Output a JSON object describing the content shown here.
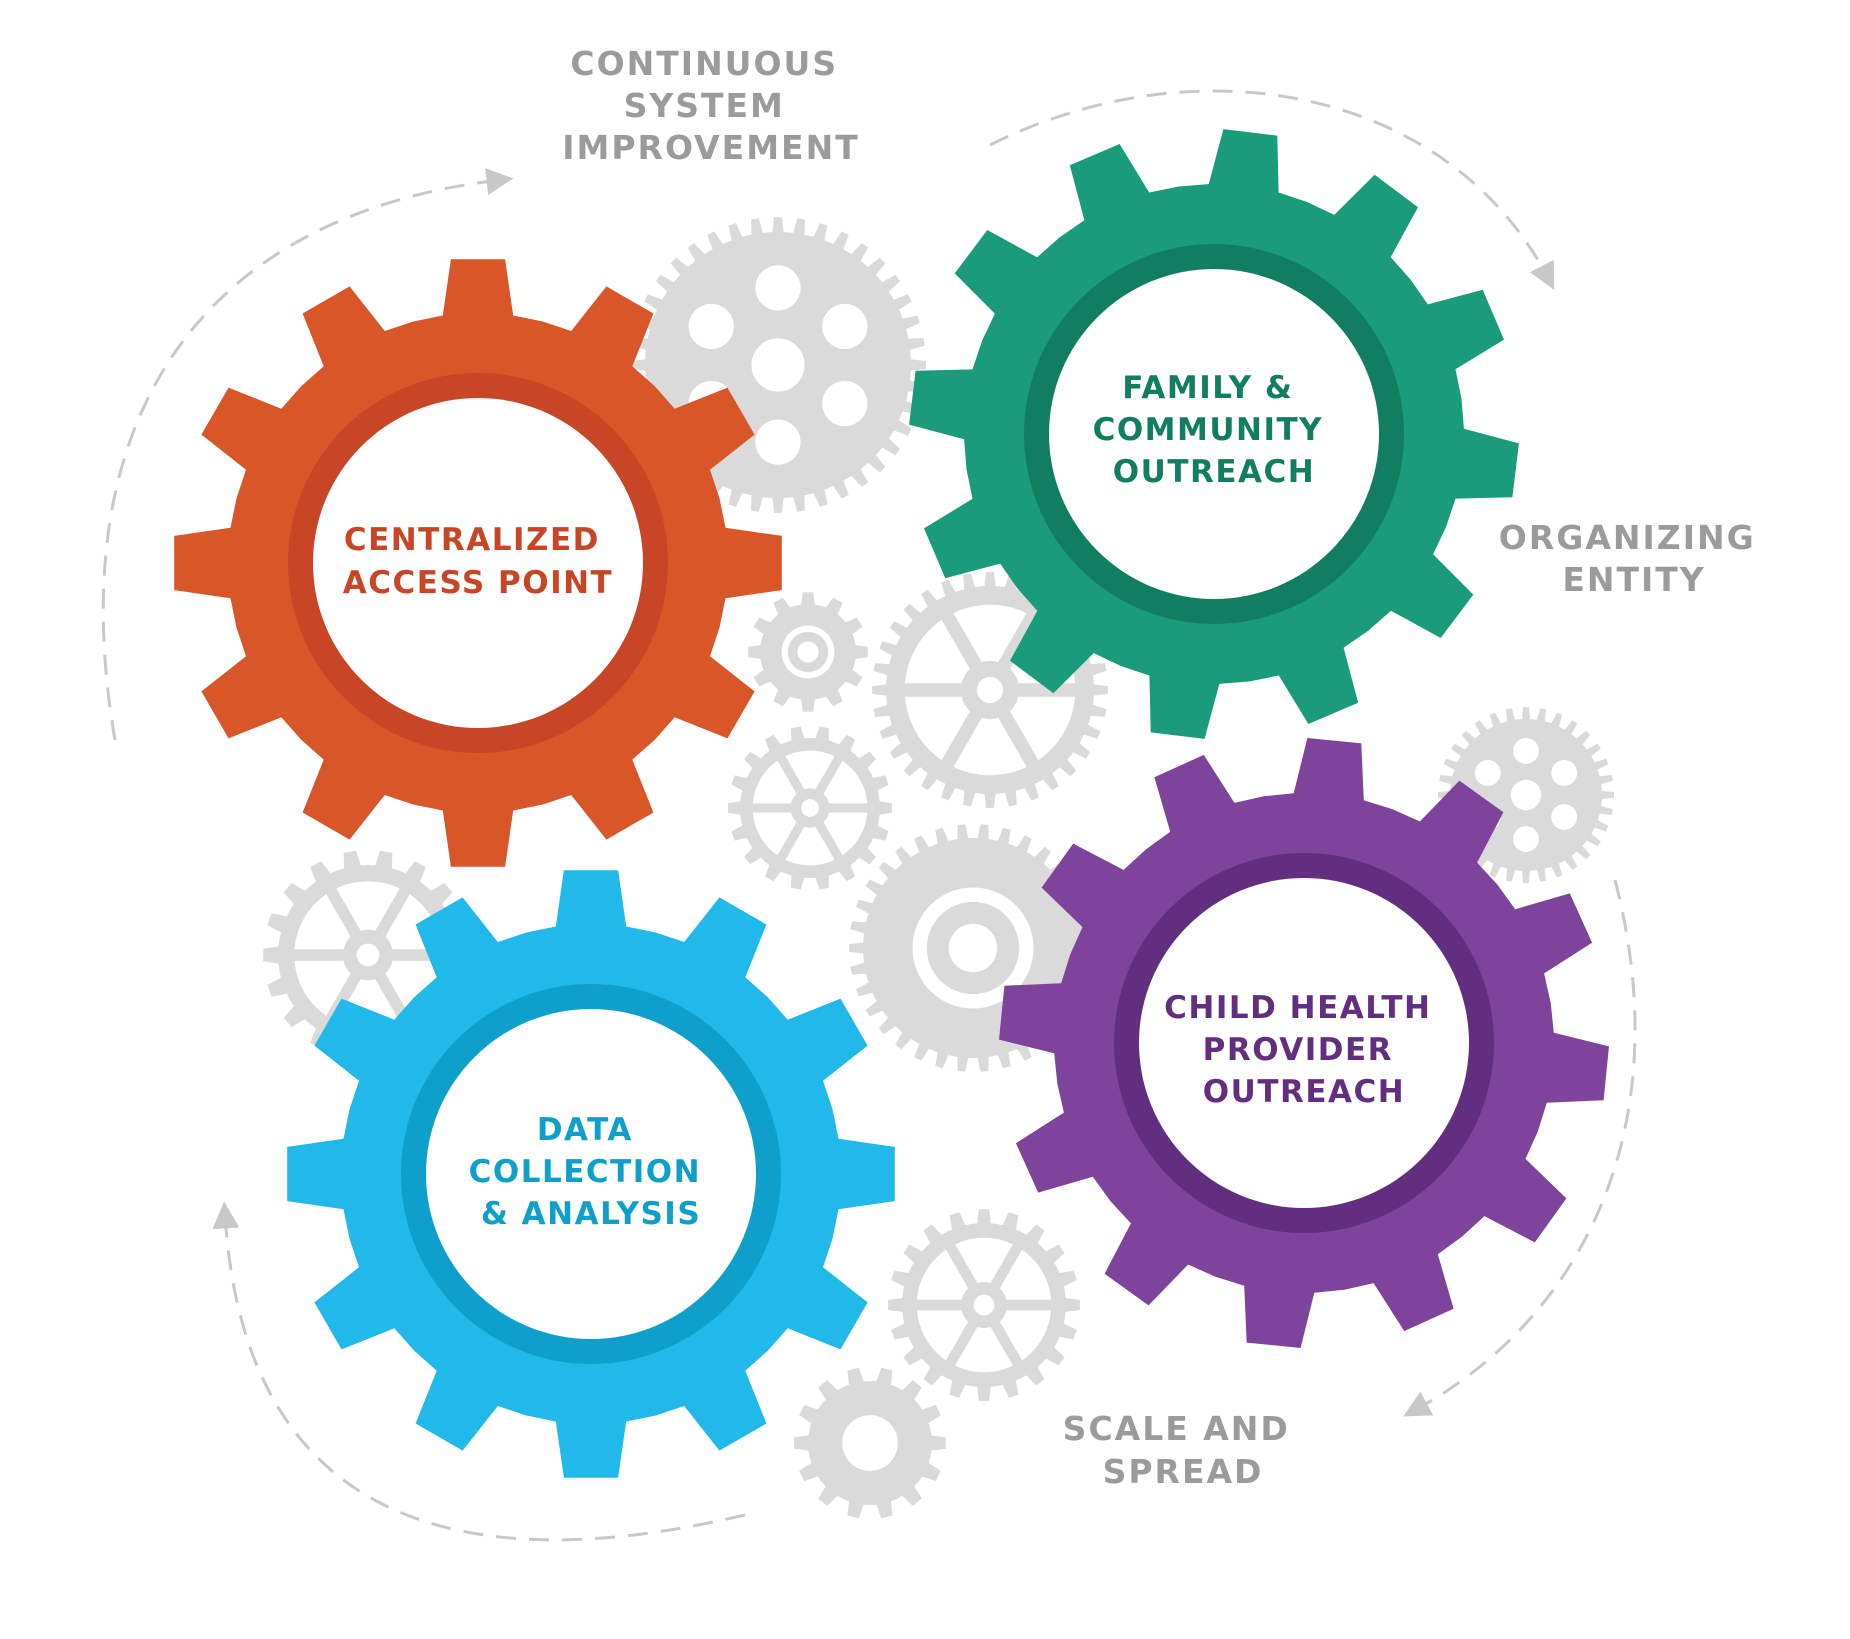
{
  "colors": {
    "orange": "#D95628",
    "orange_ring": "#C84526",
    "green": "#1A9B7B",
    "green_ring": "#117E62",
    "blue": "#21B8EA",
    "blue_ring": "#0EA0CB",
    "purple": "#7E439A",
    "purple_ring": "#622F80",
    "grey_gear": "#DADADA",
    "grey_text": "#9B9B9B",
    "arrow": "#C8C8C8",
    "white": "#FFFFFF"
  },
  "gears": [
    {
      "id": "centralized",
      "color_key": "orange",
      "label_lines": [
        "CENTRALIZED",
        "ACCESS POINT"
      ],
      "label_color": "#C84526"
    },
    {
      "id": "family",
      "color_key": "green",
      "label_lines": [
        "FAMILY &",
        "COMMUNITY",
        "OUTREACH"
      ],
      "label_color": "#117E62"
    },
    {
      "id": "data",
      "color_key": "blue",
      "label_lines": [
        "DATA",
        "COLLECTION",
        "& ANALYSIS"
      ],
      "label_color": "#0EA0CB"
    },
    {
      "id": "child",
      "color_key": "purple",
      "label_lines": [
        "CHILD HEALTH",
        "PROVIDER",
        "OUTREACH"
      ],
      "label_color": "#622F80"
    }
  ],
  "cycle_labels": [
    {
      "id": "continuous",
      "lines": [
        "CONTINUOUS",
        "SYSTEM",
        "IMPROVEMENT"
      ]
    },
    {
      "id": "organizing",
      "lines": [
        "ORGANIZING",
        "ENTITY"
      ]
    },
    {
      "id": "scale",
      "lines": [
        "SCALE AND",
        "SPREAD"
      ]
    }
  ],
  "icons": {
    "cycle_arrow": "dashed-arrow-icon",
    "background_gear": "gear-icon"
  }
}
